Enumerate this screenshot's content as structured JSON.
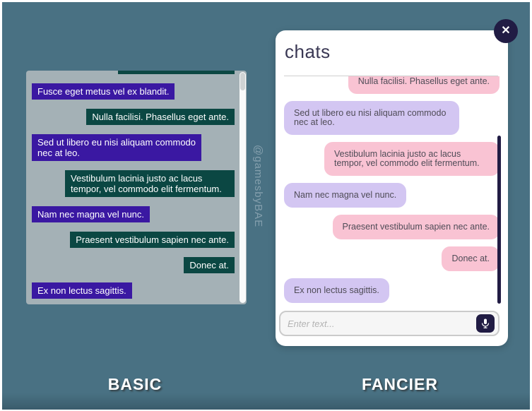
{
  "watermark": "@gamesbyBAE",
  "colors": {
    "background": "#497183",
    "basic_panel_bg": "#a4b1b6",
    "basic_bubble_left": "#3a18a2",
    "basic_bubble_right": "#0b4743",
    "fancy_bubble_left": "#d3c6f2",
    "fancy_bubble_right": "#f9c3d3",
    "navy": "#211c44"
  },
  "basic": {
    "label": "BASIC",
    "messages": [
      {
        "side": "right",
        "text": "",
        "clipped": true
      },
      {
        "side": "left",
        "text": "Fusce eget metus vel ex blandit."
      },
      {
        "side": "right",
        "text": "Nulla facilisi. Phasellus eget ante."
      },
      {
        "side": "left",
        "text": "Sed ut libero eu nisi aliquam commodo nec at leo."
      },
      {
        "side": "right",
        "text": "Vestibulum lacinia justo ac lacus tempor, vel commodo elit fermentum."
      },
      {
        "side": "left",
        "text": "Nam nec magna vel nunc."
      },
      {
        "side": "right",
        "text": "Praesent vestibulum sapien nec ante."
      },
      {
        "side": "right",
        "text": "Donec at."
      },
      {
        "side": "left",
        "text": "Ex non lectus sagittis."
      }
    ]
  },
  "fancier": {
    "label": "FANCIER",
    "title": "chats",
    "close_icon": "✕",
    "messages": [
      {
        "side": "right",
        "text": "Nulla facilisi. Phasellus eget ante.",
        "clipped": true
      },
      {
        "side": "left",
        "text": "Sed ut libero eu nisi aliquam commodo nec at leo."
      },
      {
        "side": "right",
        "text": "Vestibulum lacinia justo ac lacus tempor, vel commodo elit fermentum."
      },
      {
        "side": "left",
        "text": "Nam nec magna vel nunc."
      },
      {
        "side": "right",
        "text": "Praesent vestibulum sapien nec ante."
      },
      {
        "side": "right",
        "text": "Donec at."
      },
      {
        "side": "left",
        "text": "Ex non lectus sagittis."
      }
    ],
    "input": {
      "placeholder": "Enter text..."
    }
  }
}
